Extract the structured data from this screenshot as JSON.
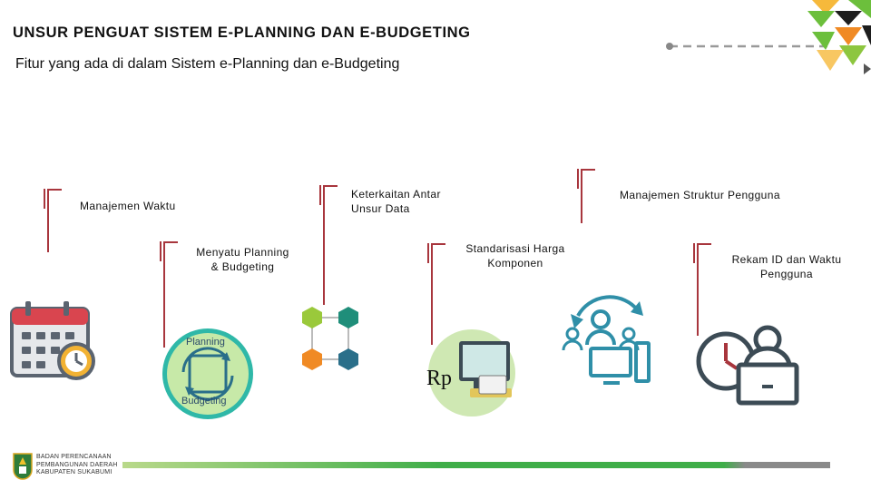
{
  "slide": {
    "title": "UNSUR PENGUAT SISTEM E-PLANNING DAN E-BUDGETING",
    "subtitle": "Fitur yang ada di dalam Sistem e-Planning dan e-Budgeting"
  },
  "features": {
    "manajemen_waktu": "Manajemen Waktu",
    "menyatu_line1": "Menyatu Planning",
    "menyatu_line2": "& Budgeting",
    "keterkaitan_line1": "Keterkaitan Antar",
    "keterkaitan_line2": "Unsur Data",
    "standarisasi_line1": "Standarisasi Harga",
    "standarisasi_line2": "Komponen",
    "manajemen_struktur": "Manajemen Struktur Pengguna",
    "rekam_line1": "Rekam ID dan Waktu",
    "rekam_line2": "Pengguna"
  },
  "icons": {
    "planning_label": "Planning",
    "budgeting_label": "Budgeting",
    "rupiah_label": "Rp"
  },
  "footer": {
    "org_line1": "BADAN PERENCANAAN",
    "org_line2": "PEMBANGUNAN DAERAH",
    "org_line3": "KABUPATEN SUKABUMI"
  },
  "colors": {
    "bracket": "#a8363d",
    "accent_green": "#6cbf3c",
    "accent_orange": "#f08a24",
    "accent_teal": "#2a6f8a",
    "footer_green": "#3fae49"
  }
}
